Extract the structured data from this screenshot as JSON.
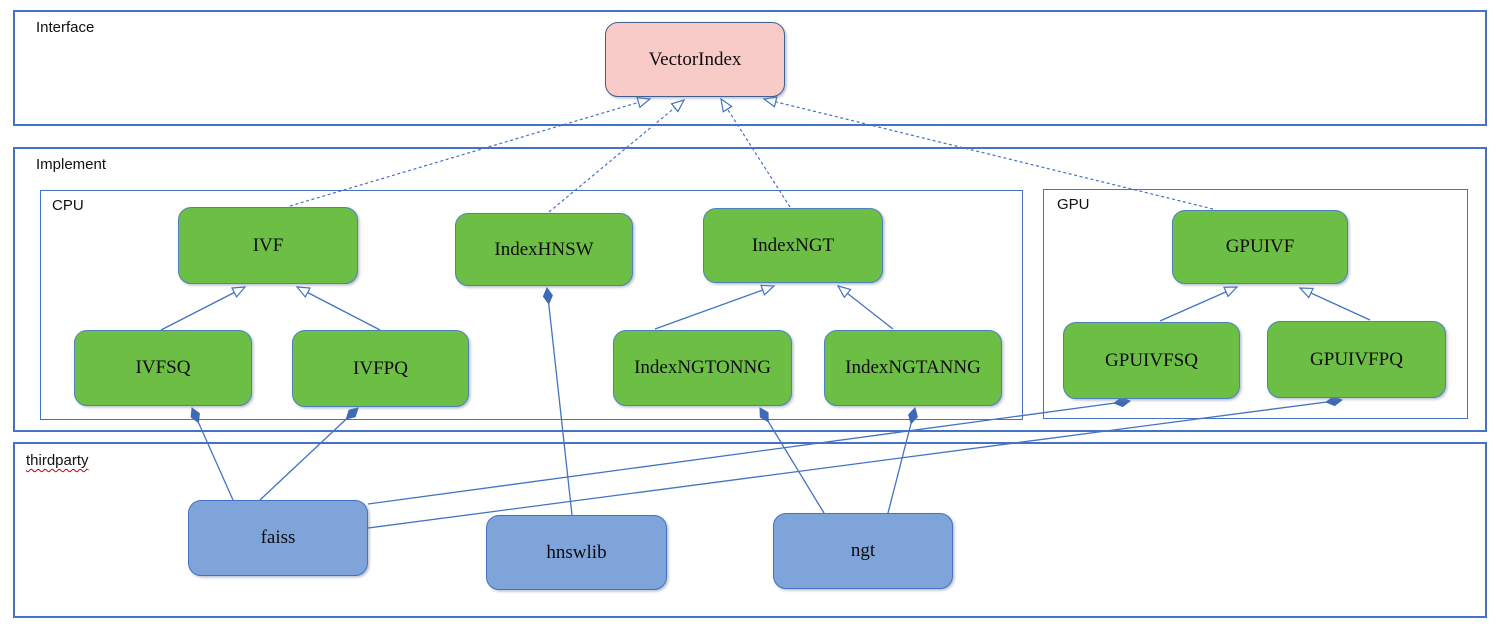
{
  "diagram": {
    "containers": [
      {
        "id": "interface",
        "label": "Interface"
      },
      {
        "id": "implement",
        "label": "Implement"
      },
      {
        "id": "cpu",
        "label": "CPU"
      },
      {
        "id": "gpu",
        "label": "GPU"
      },
      {
        "id": "thirdparty",
        "label": "thirdparty"
      }
    ],
    "nodes": [
      {
        "id": "vectorindex",
        "label": "VectorIndex",
        "kind": "interface",
        "container": "interface"
      },
      {
        "id": "ivf",
        "label": "IVF",
        "kind": "implementation",
        "container": "cpu"
      },
      {
        "id": "indexhnsw",
        "label": "IndexHNSW",
        "kind": "implementation",
        "container": "cpu"
      },
      {
        "id": "indexngt",
        "label": "IndexNGT",
        "kind": "implementation",
        "container": "cpu"
      },
      {
        "id": "gpuivf",
        "label": "GPUIVF",
        "kind": "implementation",
        "container": "gpu"
      },
      {
        "id": "ivfsq",
        "label": "IVFSQ",
        "kind": "implementation",
        "container": "cpu"
      },
      {
        "id": "ivfpq",
        "label": "IVFPQ",
        "kind": "implementation",
        "container": "cpu"
      },
      {
        "id": "indexngtonng",
        "label": "IndexNGTONNG",
        "kind": "implementation",
        "container": "cpu"
      },
      {
        "id": "indexngtanng",
        "label": "IndexNGTANNG",
        "kind": "implementation",
        "container": "cpu"
      },
      {
        "id": "gpuivfsq",
        "label": "GPUIVFSQ",
        "kind": "implementation",
        "container": "gpu"
      },
      {
        "id": "gpuivfpq",
        "label": "GPUIVFPQ",
        "kind": "implementation",
        "container": "gpu"
      },
      {
        "id": "faiss",
        "label": "faiss",
        "kind": "thirdparty",
        "container": "thirdparty"
      },
      {
        "id": "hnswlib",
        "label": "hnswlib",
        "kind": "thirdparty",
        "container": "thirdparty"
      },
      {
        "id": "ngt",
        "label": "ngt",
        "kind": "thirdparty",
        "container": "thirdparty"
      }
    ],
    "edges": [
      {
        "id": "e1",
        "from": "ivf",
        "to": "vectorindex",
        "type": "realization"
      },
      {
        "id": "e2",
        "from": "indexhnsw",
        "to": "vectorindex",
        "type": "realization"
      },
      {
        "id": "e3",
        "from": "indexngt",
        "to": "vectorindex",
        "type": "realization"
      },
      {
        "id": "e4",
        "from": "gpuivf",
        "to": "vectorindex",
        "type": "realization"
      },
      {
        "id": "e5",
        "from": "ivfsq",
        "to": "ivf",
        "type": "inheritance"
      },
      {
        "id": "e6",
        "from": "ivfpq",
        "to": "ivf",
        "type": "inheritance"
      },
      {
        "id": "e7",
        "from": "indexngtonng",
        "to": "indexngt",
        "type": "inheritance"
      },
      {
        "id": "e8",
        "from": "indexngtanng",
        "to": "indexngt",
        "type": "inheritance"
      },
      {
        "id": "e9",
        "from": "gpuivfsq",
        "to": "gpuivf",
        "type": "inheritance"
      },
      {
        "id": "e10",
        "from": "gpuivfpq",
        "to": "gpuivf",
        "type": "inheritance"
      },
      {
        "id": "e11",
        "from": "ivfsq",
        "to": "faiss",
        "type": "composition"
      },
      {
        "id": "e12",
        "from": "ivfpq",
        "to": "faiss",
        "type": "composition"
      },
      {
        "id": "e13",
        "from": "indexhnsw",
        "to": "hnswlib",
        "type": "composition"
      },
      {
        "id": "e14",
        "from": "indexngtonng",
        "to": "ngt",
        "type": "composition"
      },
      {
        "id": "e15",
        "from": "indexngtanng",
        "to": "ngt",
        "type": "composition"
      },
      {
        "id": "e16",
        "from": "gpuivfsq",
        "to": "faiss",
        "type": "composition"
      },
      {
        "id": "e17",
        "from": "gpuivfpq",
        "to": "faiss",
        "type": "composition"
      }
    ],
    "colors": {
      "interface_fill": "#f8cbc8",
      "implementation_fill": "#6cbe45",
      "thirdparty_fill": "#7ea4d9",
      "container_border": "#4472c4",
      "edge": "#4472c4"
    }
  }
}
